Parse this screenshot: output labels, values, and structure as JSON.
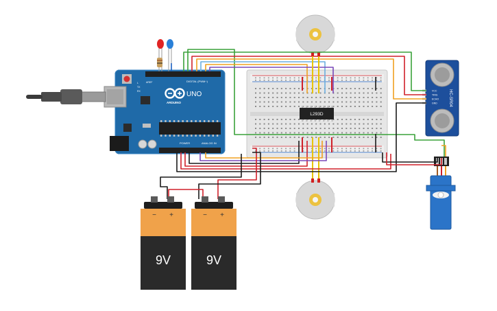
{
  "arduino": {
    "brand": "ARDUINO",
    "model": "UNO",
    "digital_label": "DIGITAL (PWM~)",
    "power_label": "POWER",
    "analog_label": "ANALOG IN",
    "aref": "AREF",
    "tx": "TX",
    "rx": "RX",
    "led_l": "L"
  },
  "driver_chip": {
    "label": "L293D"
  },
  "ultrasonic": {
    "label": "HC-SR04",
    "pins": [
      "VCC",
      "TRIG",
      "ECHO",
      "GND"
    ]
  },
  "batteries": [
    {
      "label": "9V"
    },
    {
      "label": "9V"
    }
  ],
  "battery_terminals": {
    "minus": "−",
    "plus": "+"
  },
  "colors": {
    "wire_red": "#d0202a",
    "wire_black": "#1a1a1a",
    "wire_orange": "#f0a020",
    "wire_blue": "#6aaee0",
    "wire_green": "#3aa23a",
    "wire_purple": "#7a48b8",
    "wire_yellow": "#e8c400",
    "arduino_blue": "#1f6aa8",
    "battery_orange": "#f0a24a",
    "battery_black": "#2a2a2a",
    "servo_blue": "#2b74c8",
    "sensor_blue": "#1d4f9c"
  }
}
